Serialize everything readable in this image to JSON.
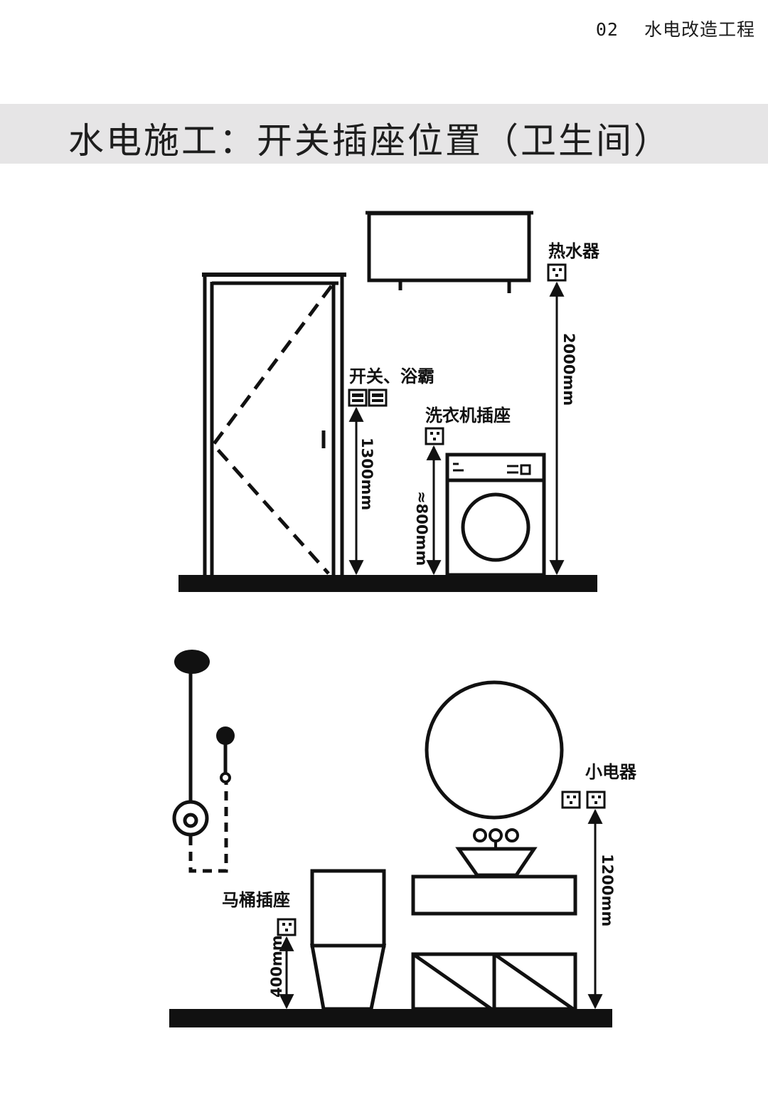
{
  "header": {
    "chapter_number": "02",
    "chapter_title": "水电改造工程"
  },
  "page_title": "水电施工：开关插座位置（卫生间）",
  "upper_elevation": {
    "labels": {
      "water_heater": "热水器",
      "switch_bath_heater": "开关、浴霸",
      "washing_machine_socket": "洗衣机插座"
    },
    "dimensions": {
      "water_heater_height": "2000mm",
      "switch_height": "1300mm",
      "washing_machine_socket_height": "≈800mm"
    }
  },
  "lower_elevation": {
    "labels": {
      "toilet_socket": "马桶插座",
      "small_appliance": "小电器"
    },
    "dimensions": {
      "toilet_socket_height": "400mm",
      "small_appliance_height": "1200mm"
    }
  },
  "colors": {
    "line": "#111111",
    "title_band": "#e6e5e6"
  }
}
